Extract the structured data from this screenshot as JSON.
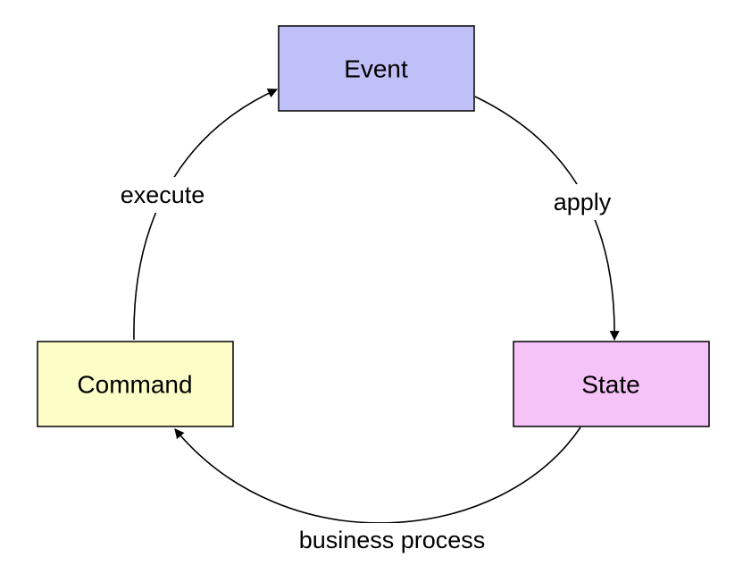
{
  "nodes": {
    "event": {
      "label": "Event",
      "fill": "#c0c0f8"
    },
    "state": {
      "label": "State",
      "fill": "#f5c3f8"
    },
    "command": {
      "label": "Command",
      "fill": "#fdfdc8"
    }
  },
  "edges": {
    "apply": {
      "label": "apply"
    },
    "business_process": {
      "label": "business process"
    },
    "execute": {
      "label": "execute"
    }
  }
}
